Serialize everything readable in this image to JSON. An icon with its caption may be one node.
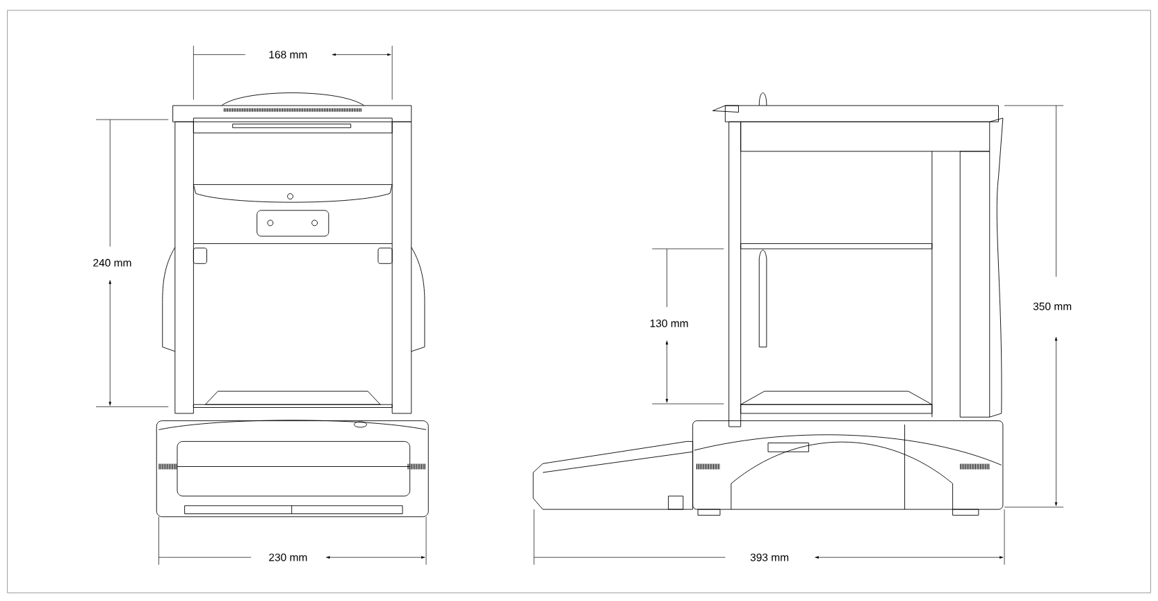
{
  "diagram": {
    "labels": [
      "168 mm",
      "240 mm",
      "130 mm",
      "350 mm",
      "230 mm",
      "393 mm"
    ]
  }
}
